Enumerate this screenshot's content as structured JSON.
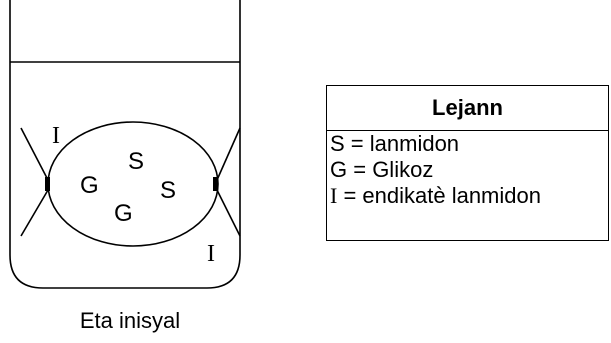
{
  "diagram": {
    "labels": {
      "indicator_top": "I",
      "indicator_bottom": "I",
      "s_top": "S",
      "s_right": "S",
      "g_left": "G",
      "g_bottom": "G"
    },
    "caption": "Eta inisyal"
  },
  "legend": {
    "title": "Lejann",
    "items": [
      {
        "symbol": "S",
        "text": " = lanmidon"
      },
      {
        "symbol": "G",
        "text": " = Glikoz"
      },
      {
        "symbol": "I",
        "text": " = endikatè lanmidon"
      }
    ]
  }
}
